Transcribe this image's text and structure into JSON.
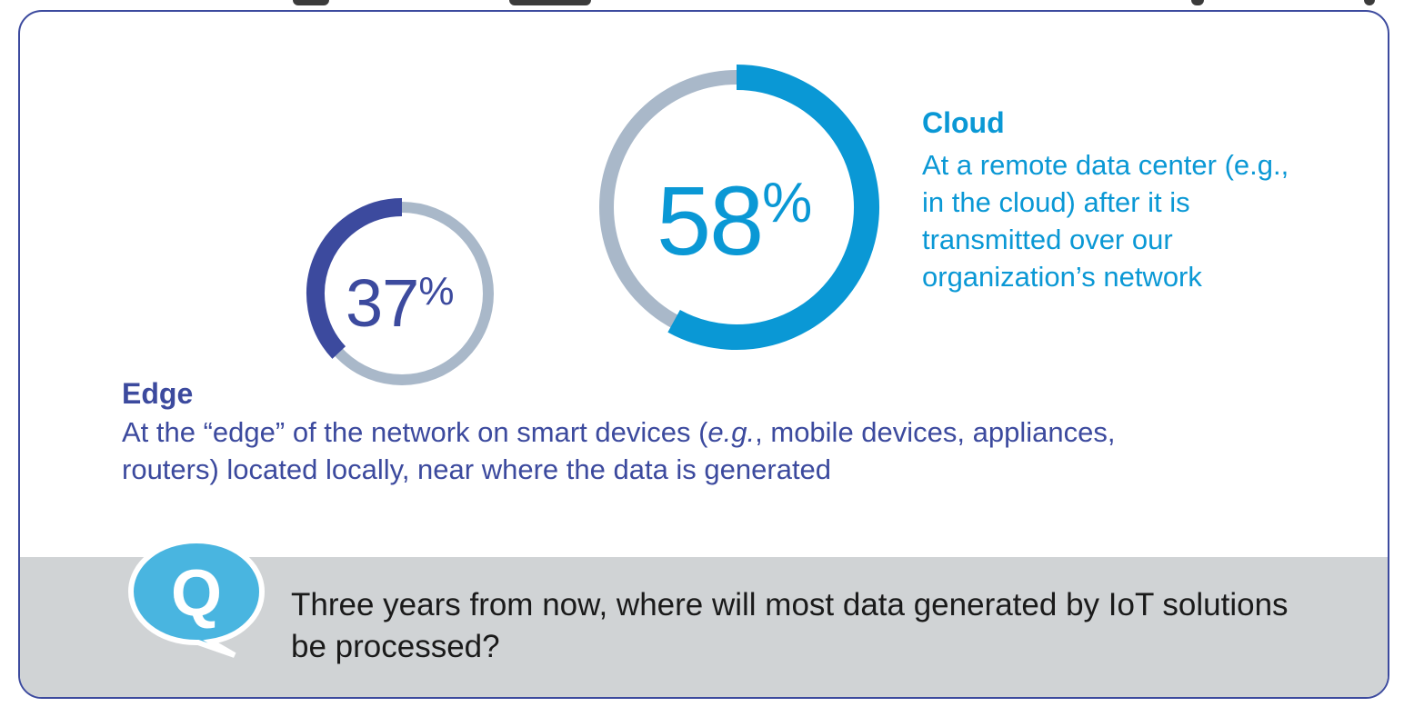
{
  "chart_data": {
    "type": "pie",
    "categories": [
      "Cloud",
      "Edge"
    ],
    "values": [
      58,
      37
    ],
    "unit": "%",
    "series": [
      {
        "name": "Cloud",
        "value": 58,
        "label": "58%",
        "title": "Cloud",
        "description": "At a remote data center (e.g., in the cloud) after it is transmitted over our organization’s network",
        "color": "#0a98d5",
        "track_color": "#a9b8c9"
      },
      {
        "name": "Edge",
        "value": 37,
        "label": "37%",
        "title": "Edge",
        "description_parts": [
          "At the “edge” of the network on smart devices (",
          "e.g.",
          ", mobile devices, appliances, routers) located locally, near where the data is generated"
        ],
        "color": "#3c4a9e",
        "track_color": "#a9b8c9"
      }
    ]
  },
  "question": {
    "letter": "Q",
    "text": "Three years from now, where will most data generated by IoT solutions be processed?",
    "bubble_color": "#49b5e0"
  },
  "labels": {
    "cloud_num": "58",
    "edge_num": "37",
    "percent_sign": "%"
  },
  "colors": {
    "border": "#3c4a9e",
    "band": "#d0d3d5"
  }
}
